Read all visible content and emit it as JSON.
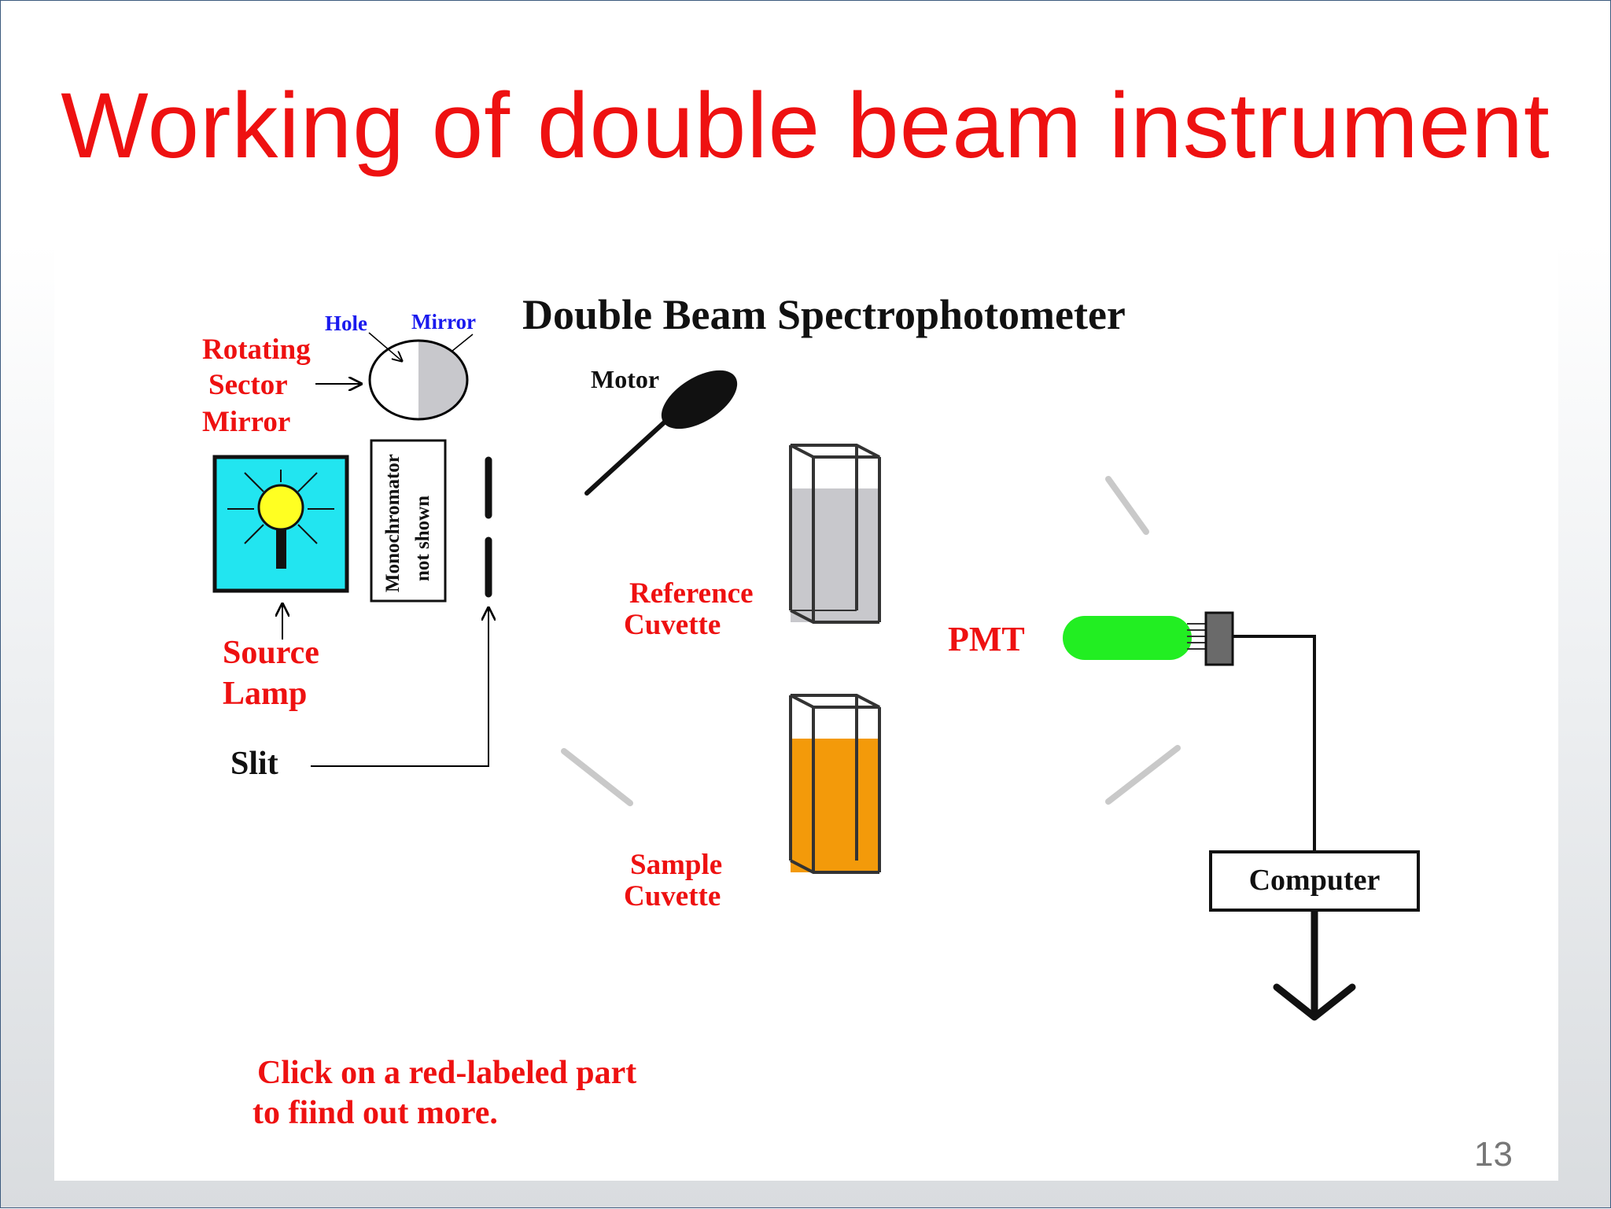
{
  "slide": {
    "title": "Working of double beam instrument",
    "page_number": "13"
  },
  "diagram": {
    "heading": "Double Beam Spectrophotometer",
    "labels": {
      "hole": "Hole",
      "mirror": "Mirror",
      "rotating_sector_mirror": [
        "Rotating",
        "Sector",
        "Mirror"
      ],
      "motor": "Motor",
      "monochromator": [
        "Monochromator",
        "not shown"
      ],
      "source_lamp": [
        "Source",
        "Lamp"
      ],
      "slit": "Slit",
      "reference_cuvette": [
        "Reference",
        "Cuvette"
      ],
      "sample_cuvette": [
        "Sample",
        "Cuvette"
      ],
      "pmt": "PMT",
      "computer": "Computer"
    },
    "instruction": [
      "Click on a red-labeled part",
      "to fiind out more."
    ],
    "colors": {
      "red_label": "#ee1111",
      "blue_label": "#1a1aee",
      "lamp_box": "#22e5f0",
      "lamp_bulb": "#ffff22",
      "pmt": "#22ee22",
      "reference_liquid": "#c8c8cc",
      "sample_liquid": "#f39a0a",
      "beam_mirror": "#c9c9c9"
    }
  }
}
